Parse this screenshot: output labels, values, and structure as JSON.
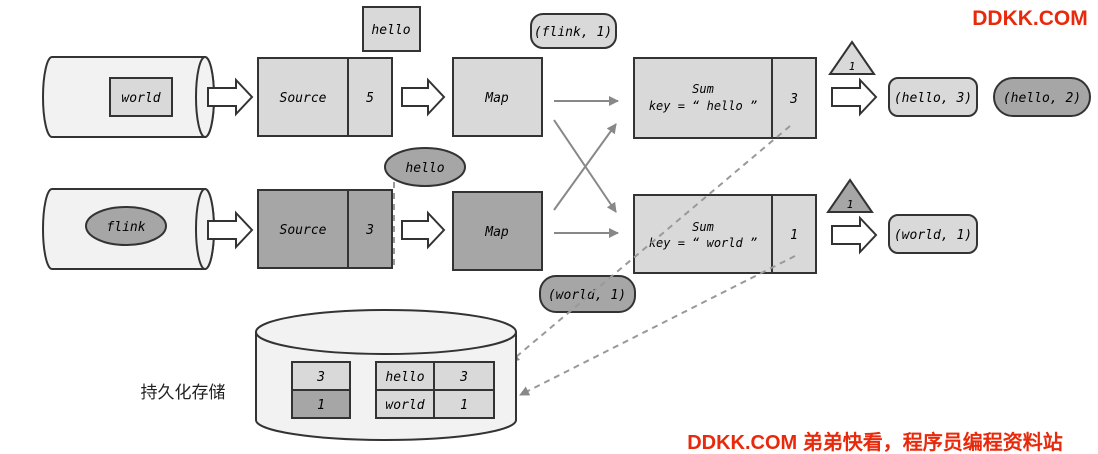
{
  "watermark": {
    "top": "DDKK.COM",
    "bottom": "DDKK.COM 弟弟快看，程序员编程资料站",
    "color": "#e8290b"
  },
  "row1": {
    "input_record": "world",
    "in_flight_record": "hello",
    "source_label": "Source",
    "source_state": "5",
    "map_label": "Map",
    "sum_label": "Sum",
    "sum_key": "key = “ hello ”",
    "sum_state": "3",
    "barrier": "1",
    "outputs": [
      "(hello, 3)",
      "(hello, 2)"
    ]
  },
  "row2": {
    "input_record": "flink",
    "in_flight_record": "hello",
    "source_label": "Source",
    "source_state": "3",
    "map_label": "Map",
    "sum_label": "Sum",
    "sum_key": "key = “ world ”",
    "sum_state": "1",
    "barrier": "1",
    "outputs": [
      "(world, 1)"
    ]
  },
  "exchange_records": {
    "top": "(flink, 1)",
    "bottom": "(world, 1)"
  },
  "storage": {
    "label": "持久化存储",
    "source_states": [
      "3",
      "1"
    ],
    "sum_states": [
      {
        "key": "hello",
        "value": "3"
      },
      {
        "key": "world",
        "value": "1"
      }
    ]
  },
  "colors": {
    "light": "#d9d9d9",
    "dark": "#a6a6a6",
    "stroke": "#333333",
    "dashed": "#999999"
  }
}
